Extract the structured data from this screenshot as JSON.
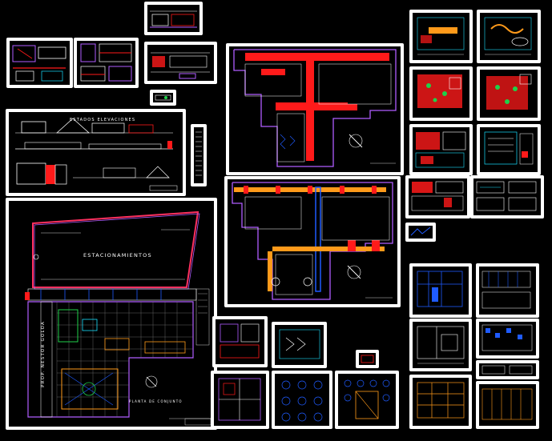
{
  "drawing": {
    "parking_label": "ESTACIONAMIENTOS",
    "street_label": "PROP. NESTOR GOLOA",
    "site_plan_caption": "PLANTA DE CONJUNTO",
    "elevation_label": "ESTADOS ELEVACIONES"
  },
  "colors": {
    "background": "#000000",
    "sheet": "#ffffff",
    "wall_red": "#ff1a1a",
    "outline_purple": "#b05cff",
    "accent_orange": "#ff9a1a",
    "blue": "#1f5bff",
    "green": "#1fd14a",
    "cyan": "#19e0ff"
  }
}
